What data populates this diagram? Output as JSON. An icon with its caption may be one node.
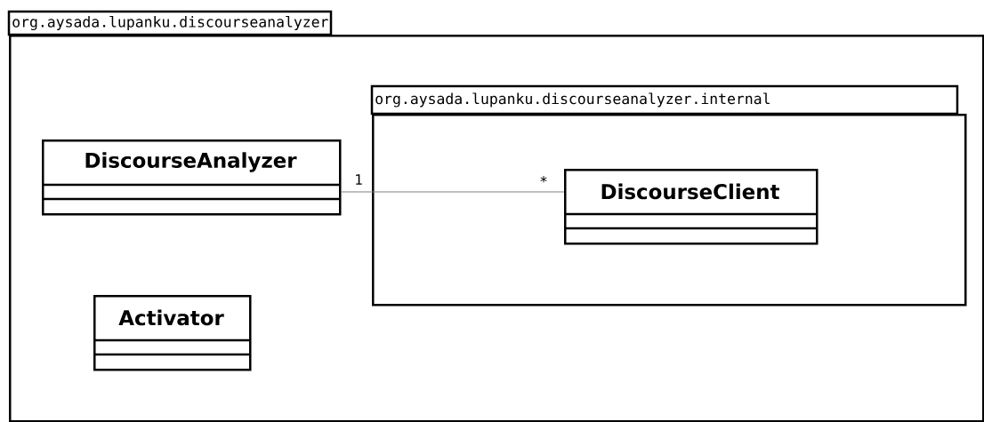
{
  "diagram": {
    "nodes": [
      {
        "text": [
          "org.aysada.lupanku.discourseanalyzer"
        ]
      },
      {
        "text": [
          "org.aysada.lupanku.discourseanalyzer.internal"
        ],
        "in": 0
      },
      {
        "text": [
          "DiscourseAnalyzer"
        ],
        "in": 0
      },
      {
        "text": [
          "DiscourseClient"
        ],
        "in": 1
      },
      {
        "text": [
          "Activator"
        ],
        "in": 0
      }
    ],
    "edges": [
      {
        "from": 2,
        "to": 3,
        "arrow": "none"
      }
    ],
    "labels": [
      "1",
      "*"
    ]
  }
}
